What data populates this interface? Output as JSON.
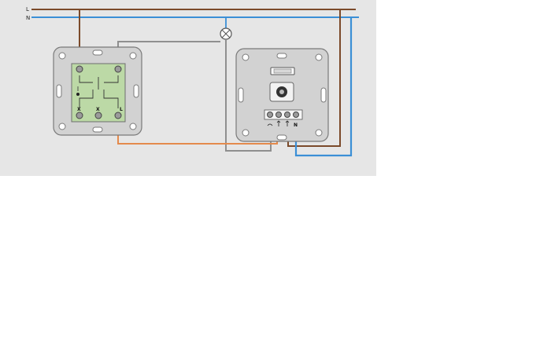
{
  "diagram": {
    "rails": {
      "line_label": "L",
      "neutral_label": "N"
    },
    "switch": {
      "terminal_marks": [
        "X",
        "X",
        "L"
      ]
    },
    "dimmer": {
      "terminal_marks": [
        "N"
      ]
    }
  },
  "colors": {
    "panel_bg": "#e6e6e6",
    "brown_wire": "#7b4a2a",
    "blue_wire": "#3b8fd6",
    "orange_wire": "#e48a4c",
    "grey_wire": "#8f8f8f",
    "switch_insert": "#bcd9a6",
    "plate": "#d2d2d2"
  }
}
